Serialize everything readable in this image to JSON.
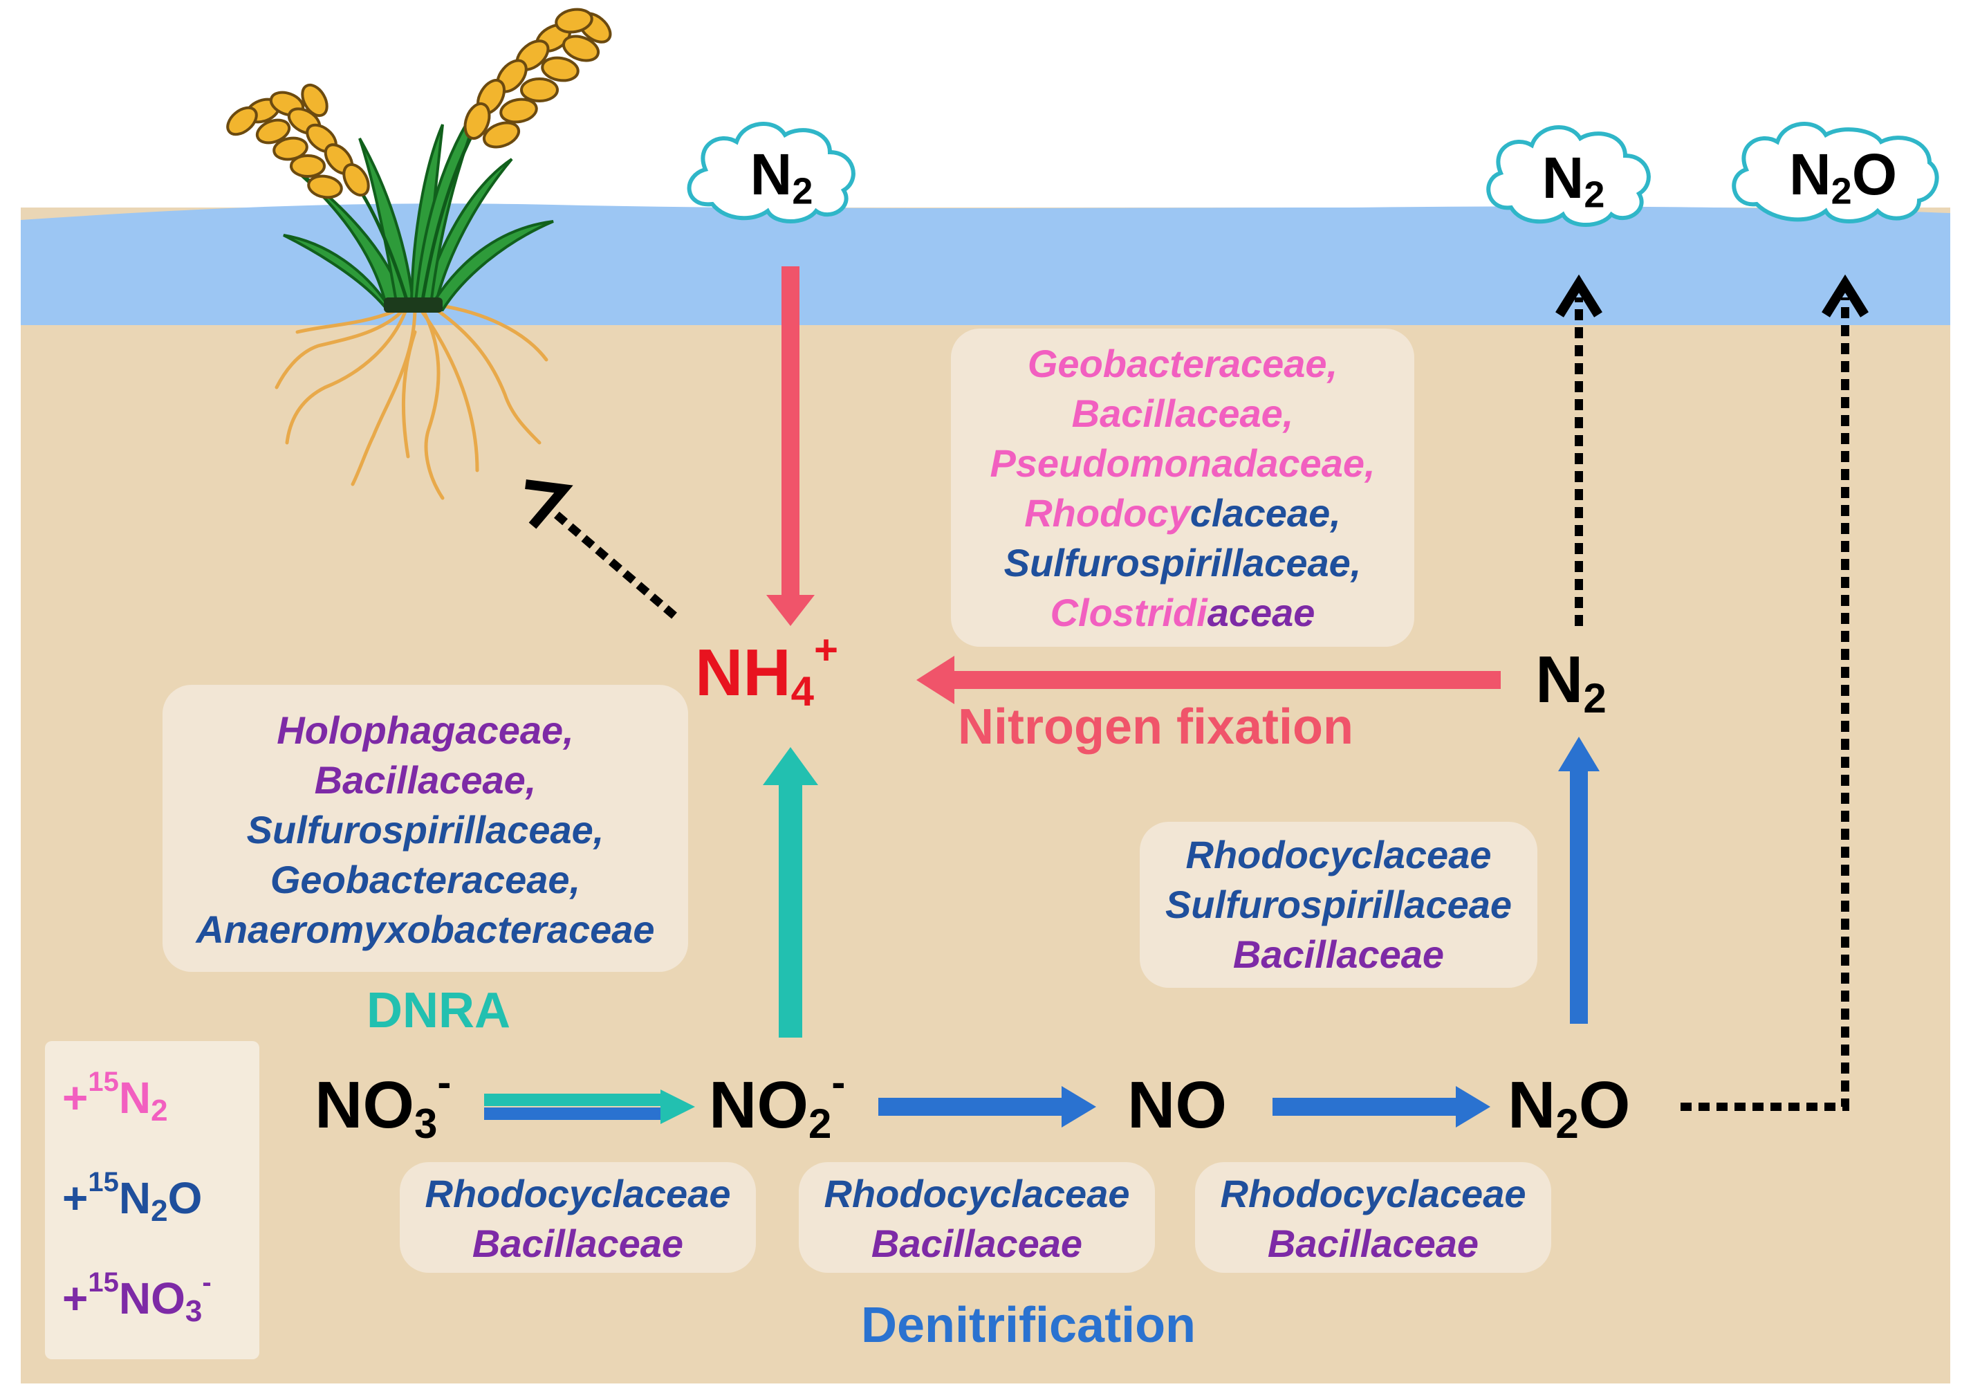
{
  "clouds": {
    "top_n2": {
      "base": "N",
      "sub": "2"
    },
    "right_n2": {
      "base": "N",
      "sub": "2"
    },
    "right_n2o": {
      "base": "N",
      "sub": "2",
      "tail": "O"
    }
  },
  "nodes": {
    "nh4": {
      "base": "NH",
      "sub": "4",
      "sup": "+"
    },
    "n2": {
      "base": "N",
      "sub": "2"
    },
    "no3": {
      "base": "NO",
      "sub": "3",
      "sup": "-"
    },
    "no2": {
      "base": "NO",
      "sub": "2",
      "sup": "-"
    },
    "no": {
      "base": "NO"
    },
    "n2o": {
      "base": "N",
      "sub": "2",
      "tail": "O"
    }
  },
  "processes": {
    "nitrogen_fixation": "Nitrogen fixation",
    "dnra": "DNRA",
    "denitrification": "Denitrification"
  },
  "colors": {
    "pink": "#f25fc0",
    "blue": "#1f4f9c",
    "purple": "#7d2aa6",
    "fixation_arrow": "#f0546a",
    "dnra_arrow": "#22c0b0",
    "denit_arrow": "#2a72d0",
    "nh4_text": "#e8131f",
    "water": "#9cc6f3",
    "soil": "#ead6b5"
  },
  "families": {
    "fixation": [
      [
        {
          "t": "Geobacteraceae,",
          "c": "pink"
        }
      ],
      [
        {
          "t": "Bacillaceae,",
          "c": "pink"
        }
      ],
      [
        {
          "t": "Pseudomonadaceae,",
          "c": "pink"
        }
      ],
      [
        {
          "t": "Rhodocy",
          "c": "pink"
        },
        {
          "t": "claceae,",
          "c": "blue"
        }
      ],
      [
        {
          "t": "Sulfurospirillaceae,",
          "c": "blue"
        }
      ],
      [
        {
          "t": "Clostridi",
          "c": "pink"
        },
        {
          "t": "aceae",
          "c": "purple"
        }
      ]
    ],
    "dnra": [
      [
        {
          "t": "Holophagaceae,",
          "c": "purple"
        }
      ],
      [
        {
          "t": "Bacillaceae,",
          "c": "purple"
        }
      ],
      [
        {
          "t": "Sulfurospirillaceae,",
          "c": "blue"
        }
      ],
      [
        {
          "t": "Geobacteraceae,",
          "c": "blue"
        }
      ],
      [
        {
          "t": "Anaeromyxobacteraceae",
          "c": "blue"
        }
      ]
    ],
    "n2o_to_n2": [
      [
        {
          "t": "Rhodocyclaceae",
          "c": "blue"
        }
      ],
      [
        {
          "t": "Sulfurospirillaceae",
          "c": "blue"
        }
      ],
      [
        {
          "t": "Bacillaceae",
          "c": "purple"
        }
      ]
    ],
    "no3_to_no2": [
      [
        {
          "t": "Rhodocyclaceae",
          "c": "blue"
        }
      ],
      [
        {
          "t": "Bacillaceae",
          "c": "purple"
        }
      ]
    ],
    "no2_to_no": [
      [
        {
          "t": "Rhodocyclaceae",
          "c": "blue"
        }
      ],
      [
        {
          "t": "Bacillaceae",
          "c": "purple"
        }
      ]
    ],
    "no_to_n2o": [
      [
        {
          "t": "Rhodocyclaceae",
          "c": "blue"
        }
      ],
      [
        {
          "t": "Bacillaceae",
          "c": "purple"
        }
      ]
    ]
  },
  "legend": [
    {
      "plus": "+",
      "sup": "15",
      "base": "N",
      "sub": "2",
      "tail": "",
      "charge": "",
      "c": "pink"
    },
    {
      "plus": "+",
      "sup": "15",
      "base": "N",
      "sub": "2",
      "tail": "O",
      "charge": "",
      "c": "blue"
    },
    {
      "plus": "+",
      "sup": "15",
      "base": "NO",
      "sub": "3",
      "tail": "",
      "charge": "-",
      "c": "purple"
    }
  ]
}
